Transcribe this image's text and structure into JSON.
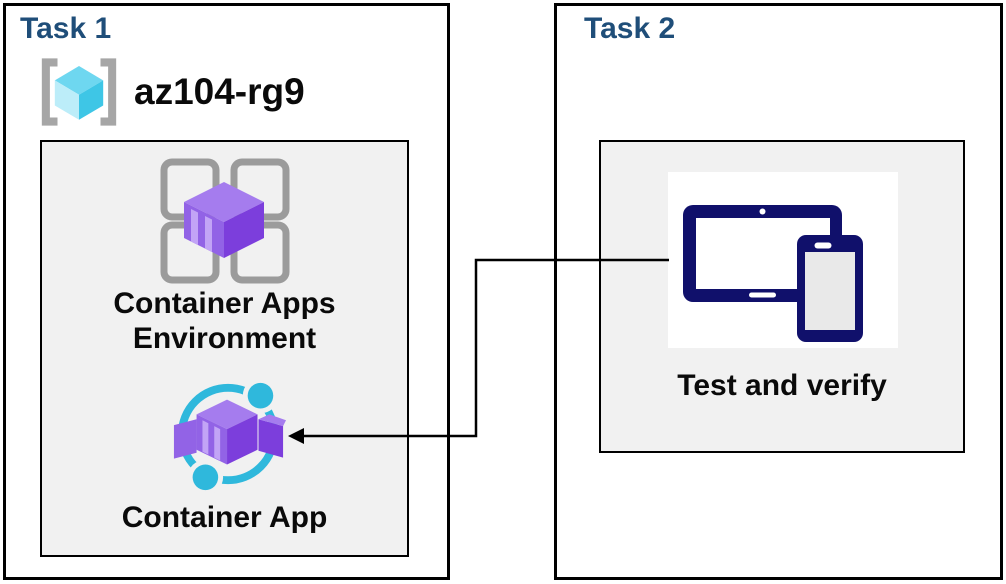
{
  "task1": {
    "title": "Task 1",
    "resource_group": {
      "name": "az104-rg9"
    },
    "environment": {
      "label_line1": "Container Apps",
      "label_line2": "Environment",
      "app_label": "Container App"
    }
  },
  "task2": {
    "title": "Task 2",
    "label": "Test and verify"
  },
  "icons": {
    "resource_group": "resource-group-icon",
    "container_apps_environment": "container-apps-environment-icon",
    "container_app": "container-app-icon",
    "devices": "tablet-and-phone-icon",
    "connector": "elbow-arrow-connector"
  },
  "colors": {
    "title_navy": "#1F4E79",
    "label_black": "#0A0A0A",
    "box_border": "#000000",
    "panel_bg": "#F1F1F1",
    "panel_border": "#000000",
    "icon_panel_bg": "#FFFFFF",
    "bracket_gray": "#A6A6A6",
    "grid_gray": "#9B9B9B",
    "cube_cyan_top": "#6ED7F0",
    "cube_cyan_left": "#BCEDF9",
    "cube_cyan_right": "#3EC6E6",
    "purple_top": "#A57CEE",
    "purple_left": "#9263E6",
    "purple_right": "#7C3EDC",
    "purple_stripe": "#C2A4F6",
    "ring_cyan": "#2FB8DC",
    "device_navy": "#10106B",
    "device_screen": "#E9E9E9",
    "connector_black": "#000000"
  }
}
